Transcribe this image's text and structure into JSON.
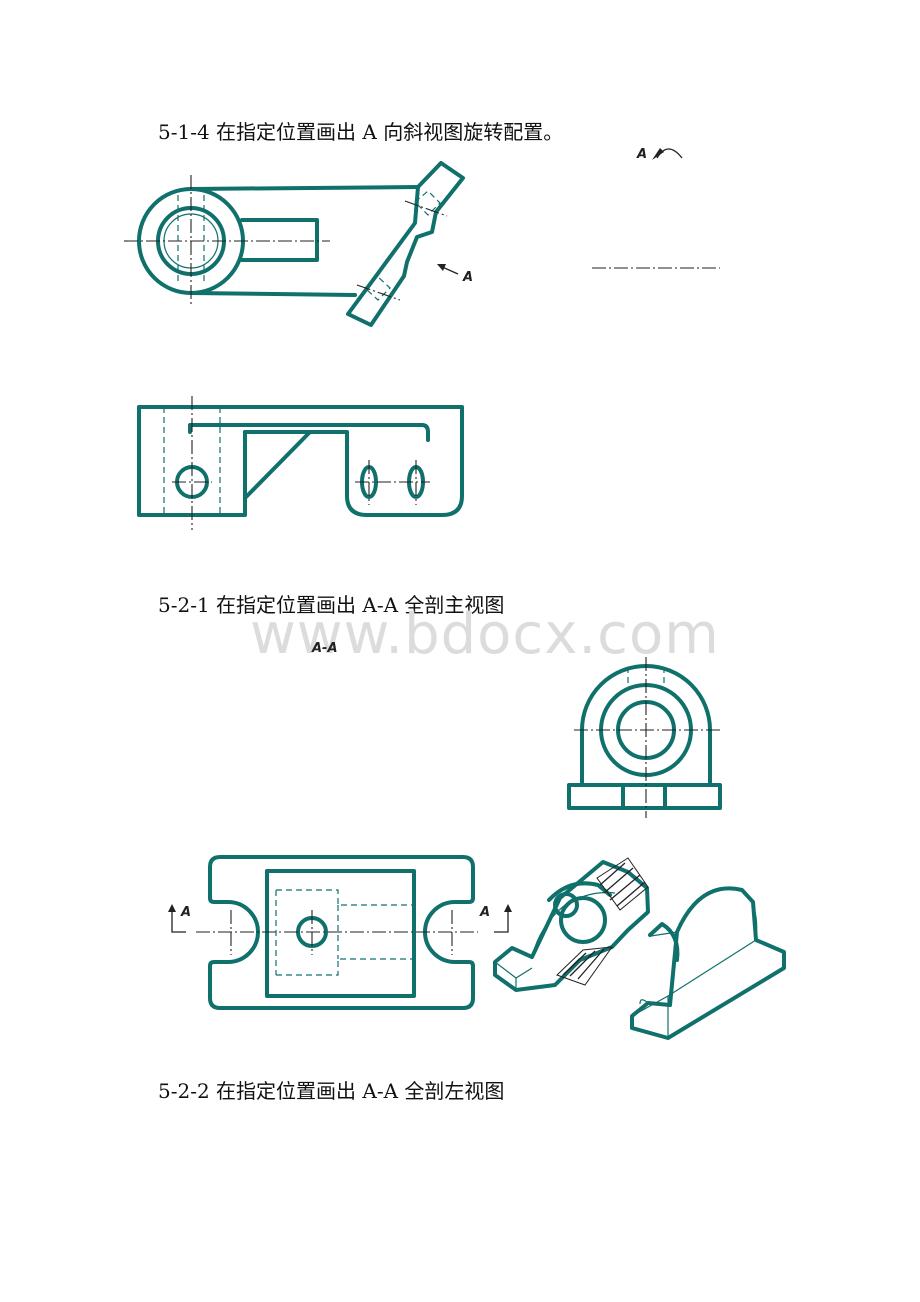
{
  "questions": {
    "q514": "5-1-4 在指定位置画出 A 向斜视图旋转配置。",
    "q521": "5-2-1 在指定位置画出 A-A 全剖主视图",
    "q522": "5-2-2 在指定位置画出 A-A 全剖左视图"
  },
  "labels": {
    "arrow_a": "A",
    "rotated_view": "A",
    "section_title": "A-A",
    "cut_left": "A",
    "cut_right": "A"
  },
  "watermark": "www.bdocx.com",
  "colors": {
    "line": "#10706c",
    "center": "#222222"
  }
}
